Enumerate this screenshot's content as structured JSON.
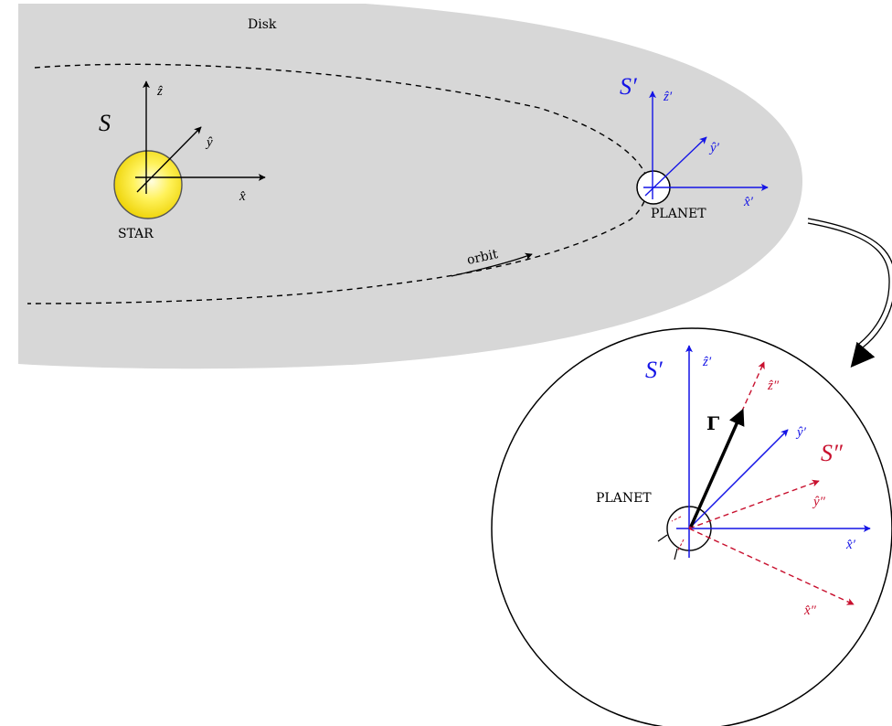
{
  "disk": {
    "label": "Disk",
    "fill": "#d7d7d7"
  },
  "star": {
    "label": "STAR",
    "frame_label": "S",
    "axes": {
      "x": "x̂",
      "y": "ŷ",
      "z": "ẑ"
    }
  },
  "orbit": {
    "label": "orbit"
  },
  "planet": {
    "label": "PLANET",
    "frame_label": "S′",
    "axes": {
      "x": "x̂′",
      "y": "ŷ′",
      "z": "ẑ′"
    }
  },
  "zoom": {
    "planet_label": "PLANET",
    "frame_prime_label": "S′",
    "frame_double_label": "S″",
    "gamma_label": "Γ",
    "prime_axes": {
      "x": "x̂′",
      "y": "ŷ′",
      "z": "ẑ′"
    },
    "double_axes": {
      "x": "x̂″",
      "y": "ŷ″",
      "z": "ẑ″"
    }
  },
  "colors": {
    "prime": "#1414e6",
    "double_prime": "#c8102e",
    "black": "#000000"
  }
}
